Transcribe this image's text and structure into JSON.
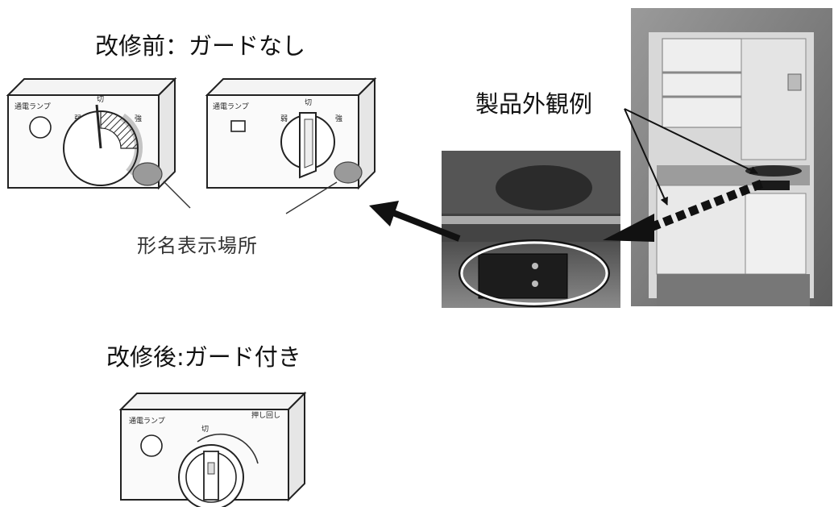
{
  "captions": {
    "before": "改修前：ガードなし",
    "after": "改修後:ガード付き",
    "product_example": "製品外観例",
    "model_location": "形名表示場所"
  },
  "panel_before_1": {
    "lamp_label": "通電ランプ",
    "off_label": "切",
    "weak_label": "弱",
    "strong_label": "強"
  },
  "panel_before_2": {
    "lamp_label": "通電ランプ",
    "off_label": "切",
    "weak_label": "弱",
    "strong_label": "強"
  },
  "panel_after": {
    "lamp_label": "通電ランプ",
    "push_label": "押し回し",
    "off_label": "切"
  }
}
